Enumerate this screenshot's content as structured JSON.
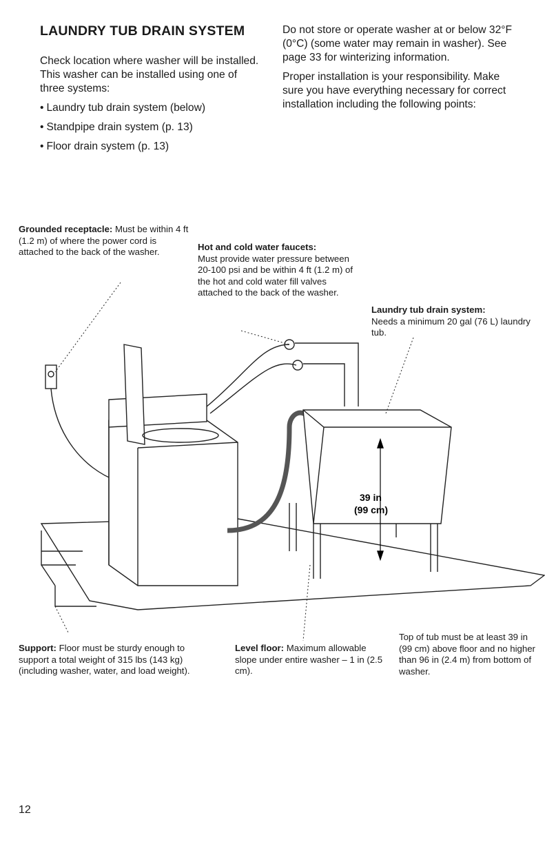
{
  "section": {
    "title": "LAUNDRY TUB DRAIN SYSTEM",
    "intro": "Check location where washer will be installed. This washer can be installed using one of three systems:",
    "systems": [
      "Laundry tub drain system (below)",
      "Standpipe drain system (p. 13)",
      "Floor drain system (p. 13)"
    ],
    "bullet": "•"
  },
  "right_column": {
    "paragraph1": "Do not store or operate washer at or below 32°F (0°C) (some water may remain in washer). See page 33 for winterizing information.",
    "paragraph2": "Proper installation is your responsibility. Make sure you have everything necessary for correct installation including the following points:"
  },
  "callouts": {
    "receptacle": {
      "label": "Grounded receptacle:",
      "text": "Must be within 4 ft (1.2 m) of where the power cord is attached to the back of the washer."
    },
    "faucets": {
      "label": "Hot and cold water faucets:",
      "text": "Must provide water pressure between 20-100 psi and be within 4 ft (1.2 m) of the hot and cold water fill valves attached to the back of the washer."
    },
    "tub_drain": {
      "label": "Laundry tub drain system:",
      "text": "Needs a minimum 20 gal (76 L) laundry tub."
    },
    "support": {
      "label": "Support:",
      "text": "Floor must be sturdy enough to support a total weight of 315 lbs (143 kg) (including washer, water, and load weight)."
    },
    "level_floor": {
      "label": "Level floor:",
      "text": "Maximum allowable slope under entire washer – 1 in (2.5 cm)."
    },
    "tub_top": {
      "text": "Top of tub must be at least 39 in (99 cm) above floor and no higher than 96 in (2.4 m) from bottom of washer."
    }
  },
  "illustration": {
    "dimension_in": "39 in",
    "dimension_cm": "(99 cm)"
  },
  "page_number": "12"
}
